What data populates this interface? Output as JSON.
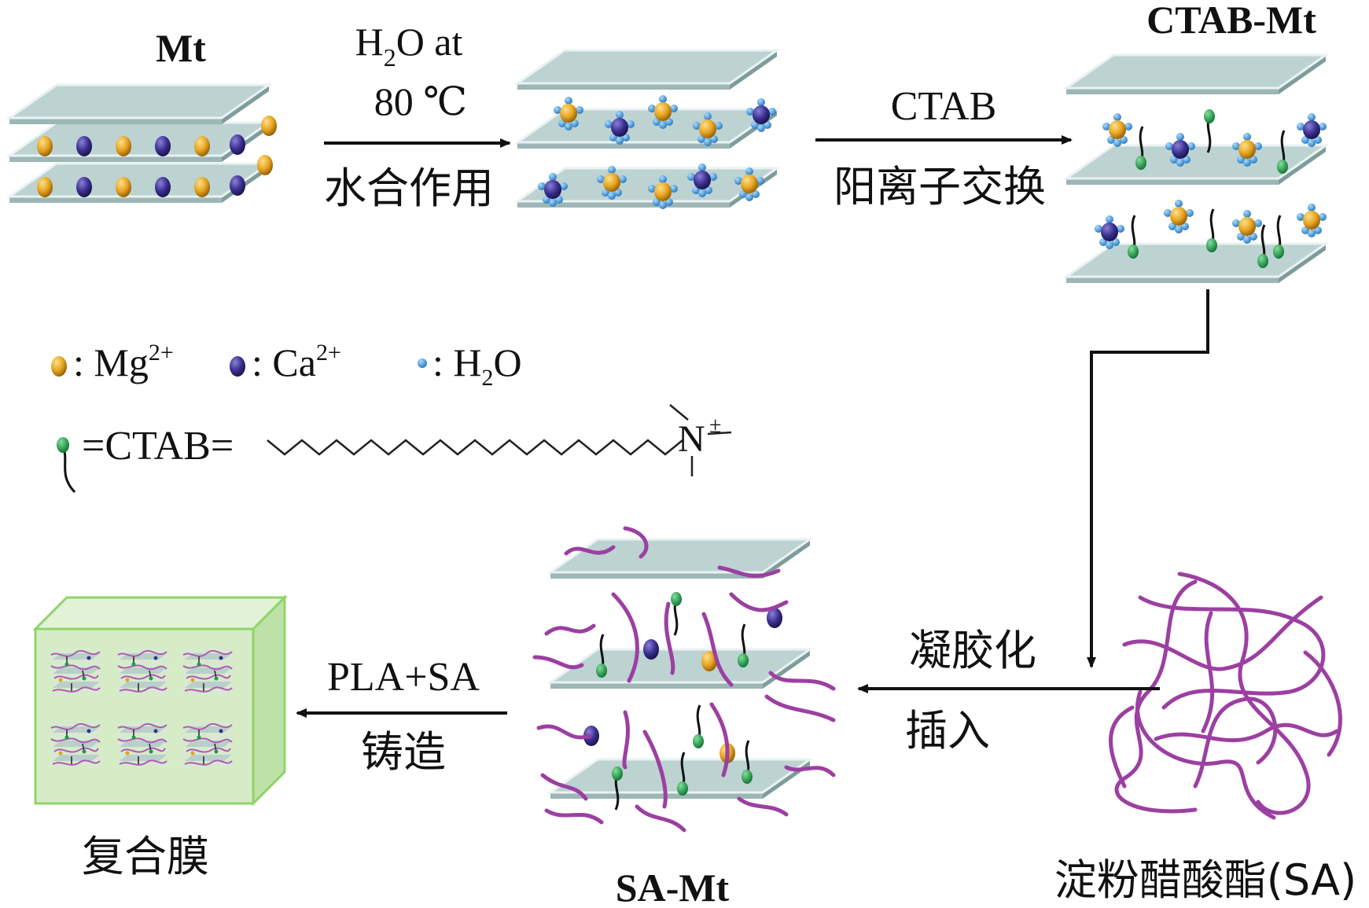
{
  "stages": {
    "mt": "Mt",
    "ctab_mt": "CTAB-Mt",
    "sa_mt": "SA-Mt",
    "sa": "淀粉醋酸酯(SA)",
    "film": "复合膜"
  },
  "steps": {
    "hydration": {
      "top_line1_main": "H",
      "top_line1_sub": "2",
      "top_line1_rest": "O at",
      "top_line2": "80 ℃",
      "bottom": "水合作用"
    },
    "cation_exchange": {
      "top": "CTAB",
      "bottom": "阳离子交换"
    },
    "gel_insert": {
      "top": "凝胶化",
      "bottom": "插入"
    },
    "casting": {
      "top": "PLA+SA",
      "bottom": "铸造"
    }
  },
  "legend": {
    "mg_prefix": ": Mg",
    "mg_sup": "2+",
    "ca_prefix": ": Ca",
    "ca_sup": "2+",
    "h2o_prefix": ": H",
    "h2o_sub": "2",
    "h2o_rest": "O",
    "ctab_label": "=CTAB=",
    "n_plus": "N",
    "n_charge": "±"
  },
  "colors": {
    "mg": "#e5a31f",
    "ca": "#3a2f8f",
    "water": "#3e8fd3",
    "ctab_head": "#1f9a4a",
    "sa_chain": "#9c3fa2",
    "sheet": "#bcd3d2",
    "film": "#cfe9bf"
  }
}
